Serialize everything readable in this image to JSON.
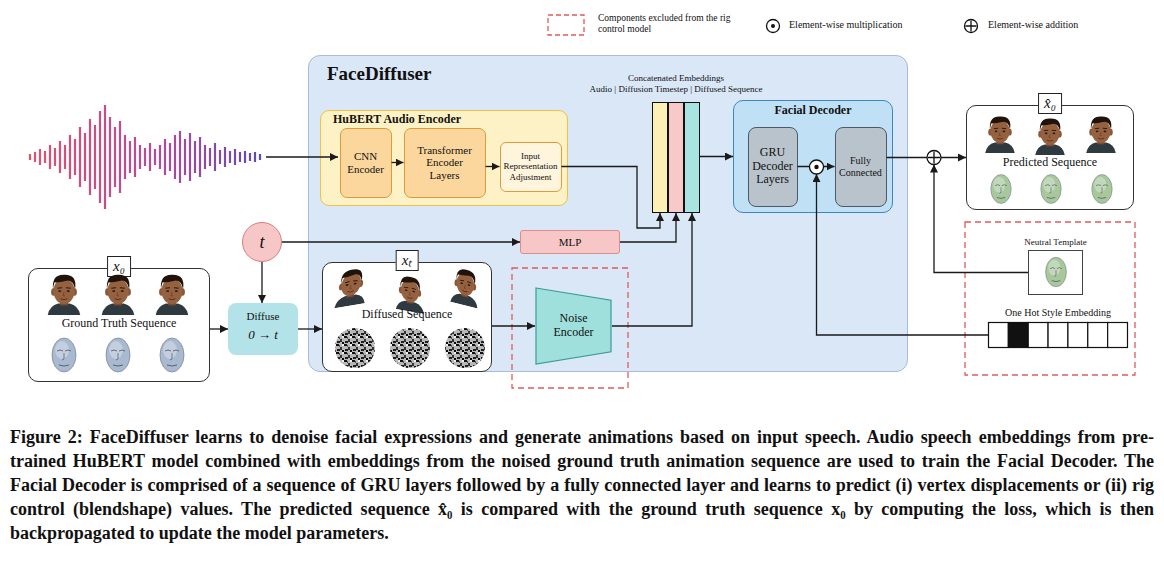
{
  "diagram": {
    "caption": "Figure 2: FaceDiffuser learns to denoise facial expressions and generate animations based on input speech. Audio speech embeddings from pre-trained HuBERT model combined with embeddings from the noised ground truth animation sequence are used to train the Facial Decoder. The Facial Decoder is comprised of a sequence of GRU layers followed by a fully connected layer and learns to predict (i) vertex displacements or (ii) rig control (blendshape) values. The predicted sequence x̂₀ is compared with the ground truth sequence x₀ by computing the loss, which is then backpropagated to update the model parameters.",
    "nodes": [
      {
        "text": [
          "FaceDiffuser"
        ]
      },
      {
        "text": [
          "HuBERT Audio Encoder"
        ],
        "in": 0
      },
      {
        "text": [
          "CNN Encoder"
        ],
        "in": 1
      },
      {
        "text": [
          "Transformer Encoder Layers"
        ],
        "in": 1
      },
      {
        "text": [
          "Input Representation Adjustment"
        ],
        "in": 1
      },
      {
        "text": [
          "Concatenated Embeddings",
          "Audio | Diffusion Timestep | Diffused Sequence"
        ],
        "in": 0
      },
      {
        "text": [
          "Facial Decoder"
        ],
        "in": 0
      },
      {
        "text": [
          "GRU Decoder Layers"
        ],
        "in": 6
      },
      {
        "text": [
          "Fully Connected"
        ],
        "in": 6
      },
      {
        "text": [
          "t"
        ]
      },
      {
        "text": [
          "MLP"
        ],
        "in": 0
      },
      {
        "text": [
          "x₀",
          "Ground Truth Sequence"
        ]
      },
      {
        "text": [
          "Diffuse",
          "0 → t"
        ]
      },
      {
        "text": [
          "xₜ",
          "Diffused Sequence"
        ],
        "in": 0
      },
      {
        "text": [
          "Noise Encoder"
        ],
        "in": 0
      },
      {
        "text": [
          "x̂₀",
          "Predicted Sequence"
        ]
      },
      {
        "text": [
          "Neutral Template"
        ]
      },
      {
        "text": [
          "One Hot Style Embedding"
        ]
      }
    ],
    "edges": [
      {
        "from": 2,
        "to": 3,
        "arrow": "to"
      },
      {
        "from": 3,
        "to": 4,
        "arrow": "to"
      },
      {
        "from": 4,
        "to": 5,
        "arrow": "to"
      },
      {
        "from": 9,
        "to": 10,
        "arrow": "to"
      },
      {
        "from": 10,
        "to": 5,
        "arrow": "to"
      },
      {
        "from": 9,
        "to": 12,
        "arrow": "to"
      },
      {
        "from": 11,
        "to": 12,
        "arrow": "to"
      },
      {
        "from": 12,
        "to": 13,
        "arrow": "to"
      },
      {
        "from": 13,
        "to": 14,
        "arrow": "to"
      },
      {
        "from": 14,
        "to": 5,
        "arrow": "to"
      },
      {
        "from": 5,
        "to": 6,
        "arrow": "to"
      },
      {
        "from": 7,
        "to": 8,
        "arrow": "to"
      },
      {
        "from": 8,
        "to": 15,
        "arrow": "to"
      },
      {
        "from": 16,
        "to": 15,
        "arrow": "to"
      },
      {
        "from": 17,
        "to": 6,
        "arrow": "to"
      }
    ],
    "legend": [
      {
        "text": "Components excluded from the rig control model"
      },
      {
        "text": "Element-wise multiplication"
      },
      {
        "text": "Element-wise addition"
      }
    ]
  }
}
